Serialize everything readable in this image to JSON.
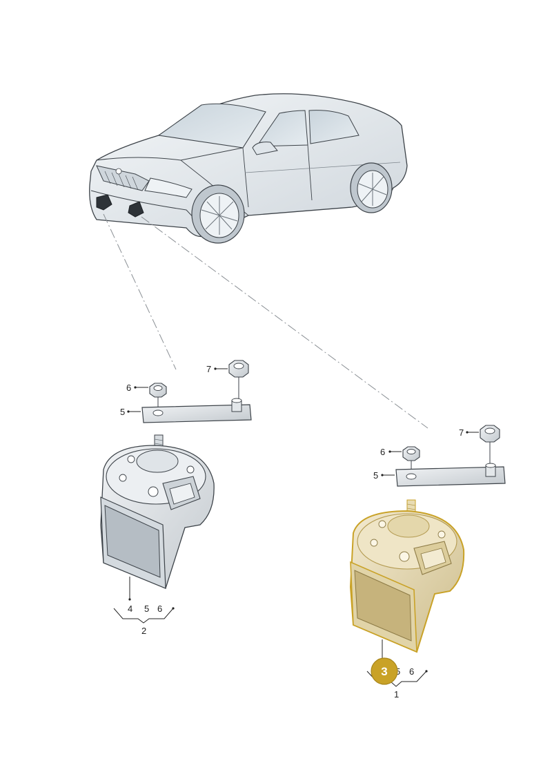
{
  "callouts": {
    "left": {
      "nut_top": "7",
      "nut_small": "6",
      "bracket": "5",
      "sub_a": "4",
      "sub_b": "5",
      "sub_c": "6",
      "assembly": "2"
    },
    "right": {
      "nut_top": "7",
      "nut_small": "6",
      "bracket": "5",
      "sub_b": "5",
      "sub_c": "6",
      "assembly": "1"
    },
    "highlight_badge": "3"
  },
  "colors": {
    "highlight": "#c9a227",
    "highlight_fill": "#e9dcb0",
    "part_fill": "#e3e7ea",
    "part_stroke": "#3c4248",
    "car_fill": "#e8edf1"
  }
}
